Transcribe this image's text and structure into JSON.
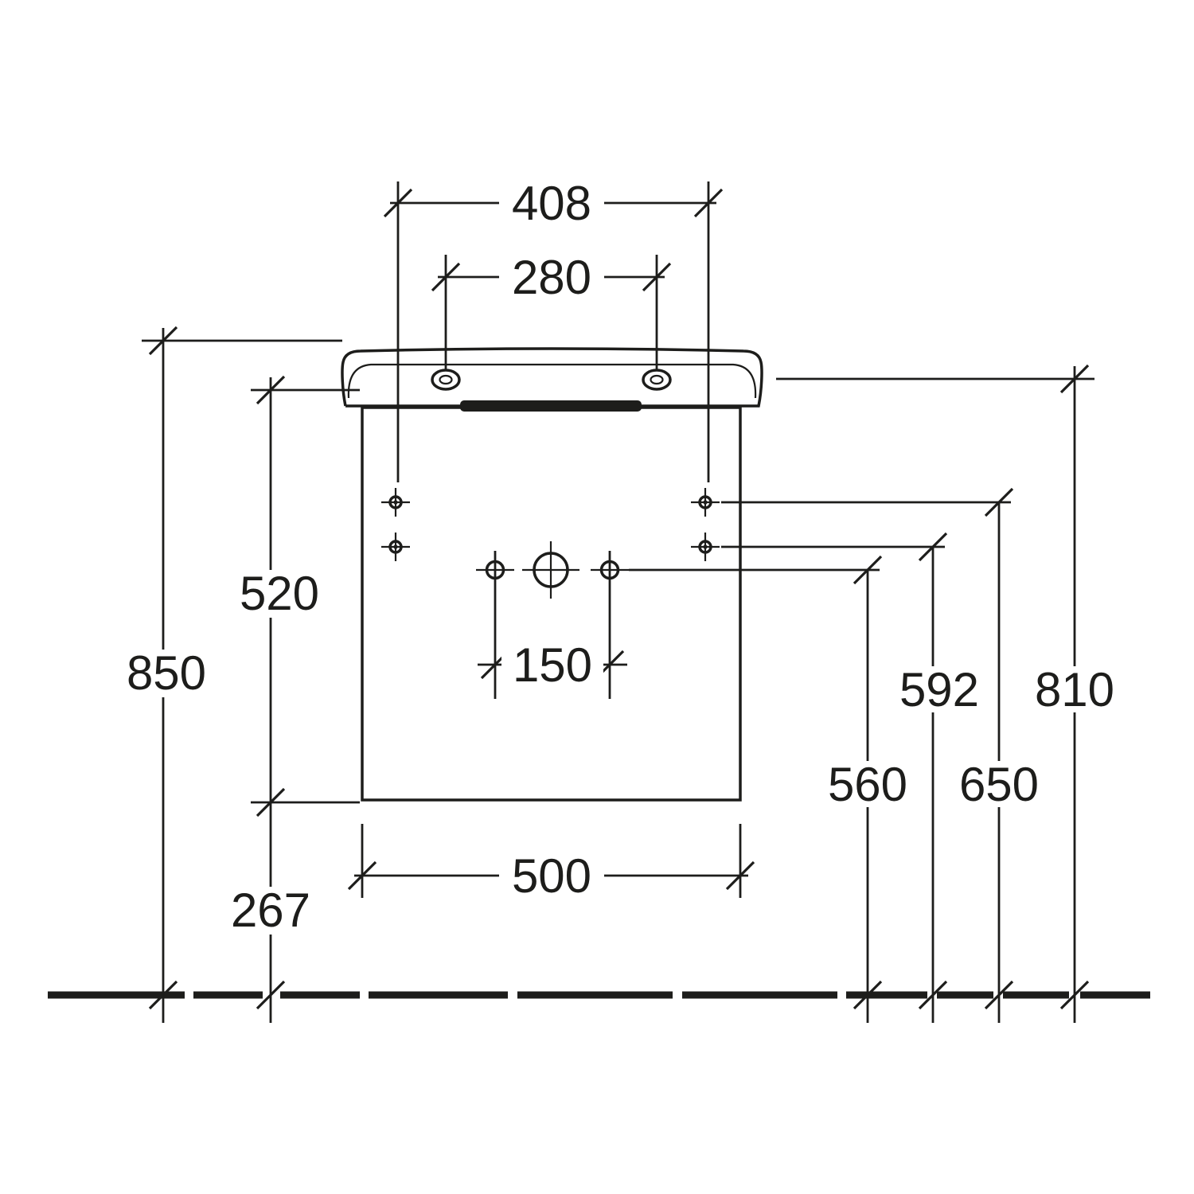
{
  "drawing": {
    "type": "technical-dimension-drawing",
    "subject": "wall-hung washbasin with vanity unit, front elevation",
    "units": "mm",
    "colors": {
      "line": "#1d1d1b",
      "background": "#ffffff"
    },
    "dimensions": {
      "mounting_hole_width": "408",
      "tap_hole_spacing": "280",
      "rim_height_from_floor": "850",
      "vanity_height": "520",
      "floor_clearance": "267",
      "drain_hole_spacing": "150",
      "vanity_width": "500",
      "hole_height_right_inner": "592",
      "rim_underside_height": "810",
      "drain_height": "560",
      "hole_height_right_outer": "650"
    }
  }
}
